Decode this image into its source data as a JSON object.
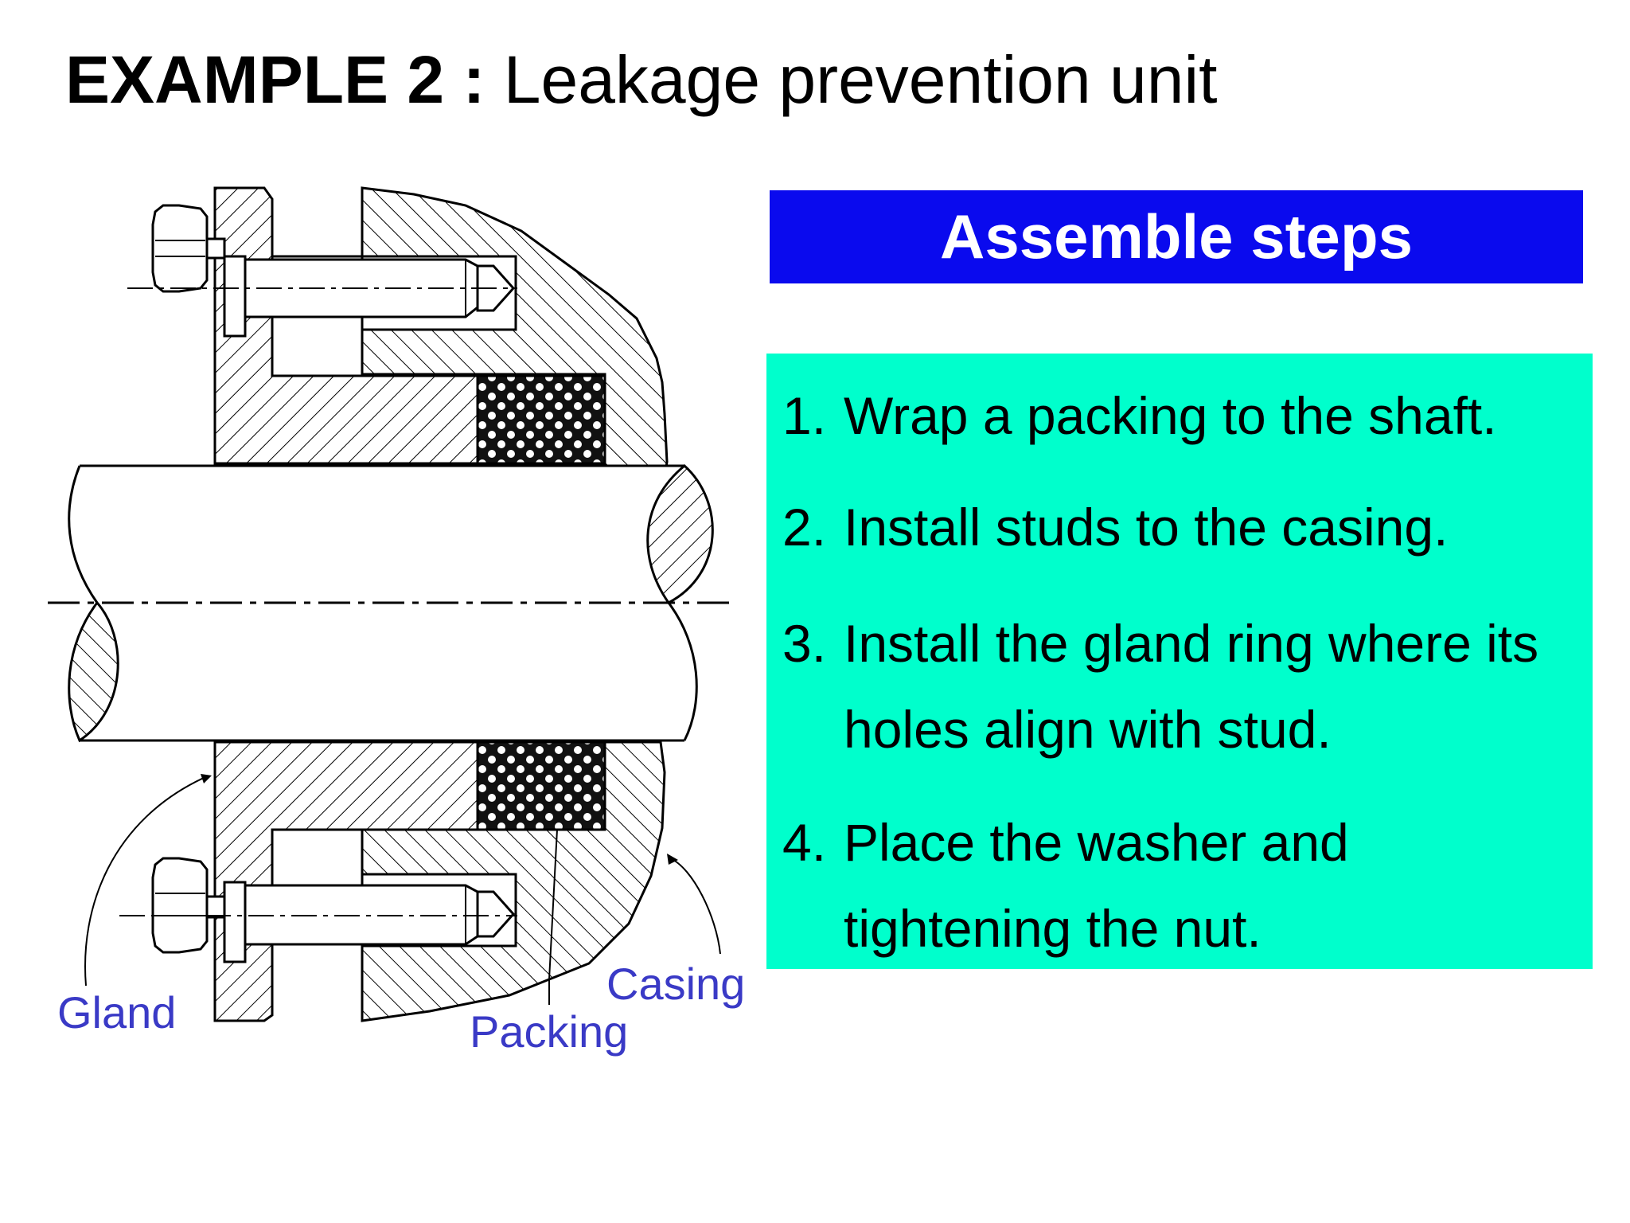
{
  "title": {
    "prefix": "EXAMPLE 2 :",
    "rest": "Leakage prevention unit"
  },
  "diagram_labels": {
    "gland": "Gland",
    "casing": "Casing",
    "packing": "Packing"
  },
  "steps_header": "Assemble steps",
  "steps": [
    {
      "num": "1.",
      "text": "Wrap a packing to the shaft."
    },
    {
      "num": "2.",
      "text": "Install studs to the casing."
    },
    {
      "num": "3.",
      "text": "Install the gland ring where its holes align with stud."
    },
    {
      "num": "4.",
      "text": "Place the washer and tightening the nut."
    }
  ],
  "colors": {
    "header_bg": "#0a0aee",
    "steps_bg": "#00ffcc",
    "label_color": "#3a3ac6"
  }
}
